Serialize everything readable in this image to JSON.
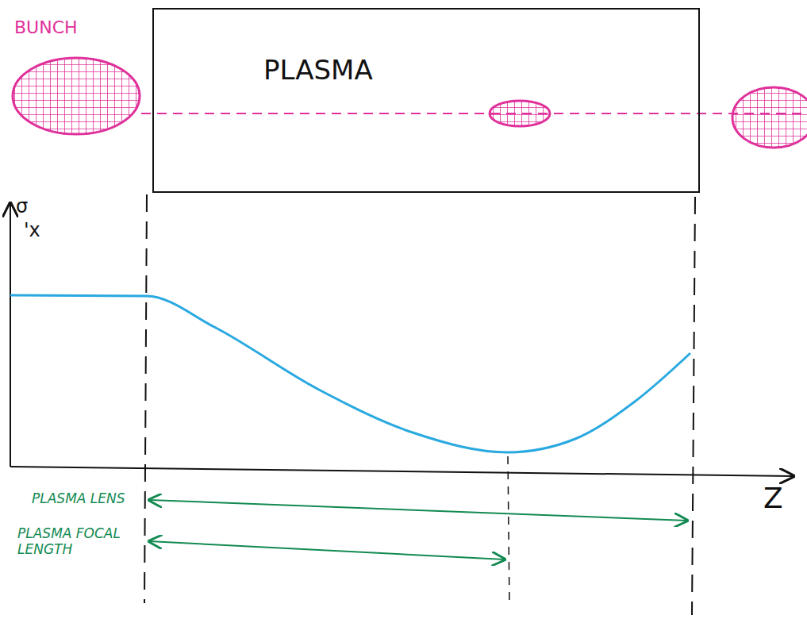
{
  "diagram": {
    "nodes": [
      {
        "text": [
          "PLASMA"
        ]
      }
    ],
    "edges": [],
    "labels": [
      "BUNCH",
      "σ",
      "'x",
      "PLASMA LENS",
      "PLASMA FOCAL LENGTH",
      "Z"
    ]
  }
}
